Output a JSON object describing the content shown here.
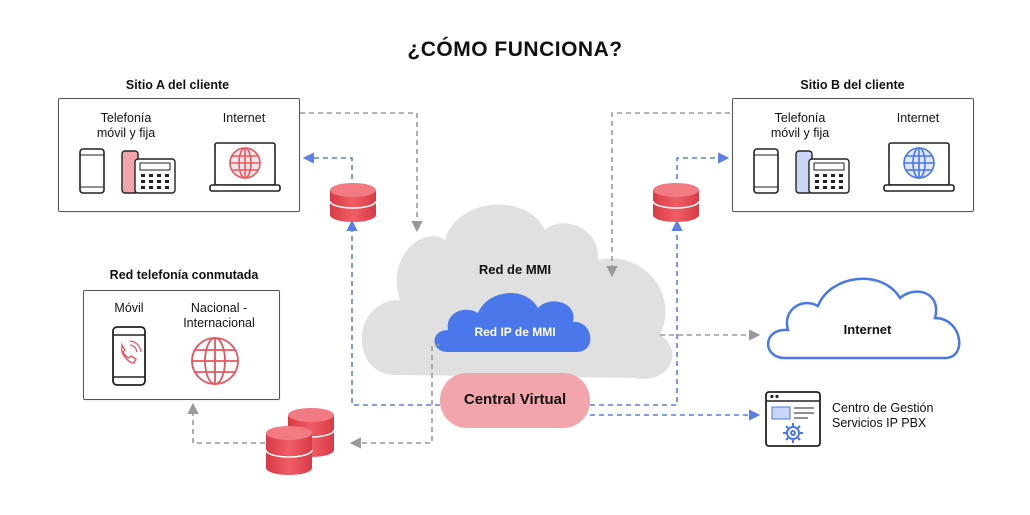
{
  "title": "¿CÓMO FUNCIONA?",
  "site_a": {
    "header": "Sitio A del cliente",
    "phones_label": "Telefonía\nmóvil y fija",
    "internet_label": "Internet"
  },
  "site_b": {
    "header": "Sitio B del cliente",
    "phones_label": "Telefonía\nmóvil y fija",
    "internet_label": "Internet"
  },
  "switched_network": {
    "header": "Red telefonía conmutada",
    "mobile_label": "Móvil",
    "national_label": "Nacional -\nInternacional"
  },
  "center": {
    "mmi_network": "Red de MMI",
    "ip_network": "Red IP de MMI",
    "central_virtual": "Central Virtual"
  },
  "internet_cloud": {
    "label": "Internet"
  },
  "management": {
    "label": "Centro de Gestión\nServicios IP PBX"
  },
  "colors": {
    "accent_red": "#e8565f",
    "accent_pink": "#f2a5aa",
    "blue": "#5b7fe8",
    "cloud_gray": "#e0e0e0",
    "arrow_gray": "#999999"
  }
}
